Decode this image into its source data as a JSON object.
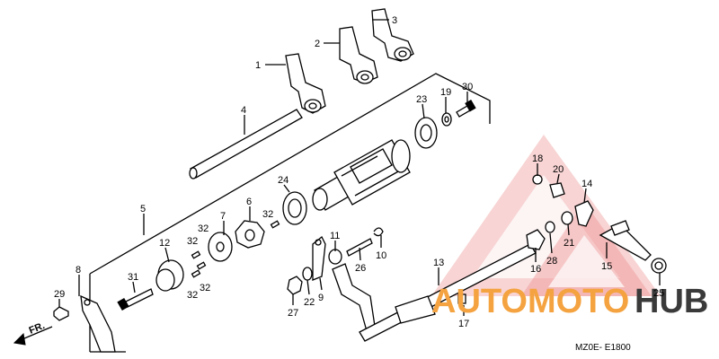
{
  "diagram_code": "MZ0E- E1800",
  "direction_label": "FR.",
  "watermark": {
    "part1": "AUTOMOTO",
    "part2": "HUB",
    "color_primary": "#e8373b",
    "color_secondary": "#f4a340",
    "color_dark": "#3a3a3a"
  },
  "callouts": [
    {
      "id": "c1",
      "text": "1"
    },
    {
      "id": "c2",
      "text": "2"
    },
    {
      "id": "c3",
      "text": "3"
    },
    {
      "id": "c4",
      "text": "4"
    },
    {
      "id": "c5",
      "text": "5"
    },
    {
      "id": "c6",
      "text": "6"
    },
    {
      "id": "c7",
      "text": "7"
    },
    {
      "id": "c8",
      "text": "8"
    },
    {
      "id": "c9",
      "text": "9"
    },
    {
      "id": "c10",
      "text": "10"
    },
    {
      "id": "c11",
      "text": "11"
    },
    {
      "id": "c12",
      "text": "12"
    },
    {
      "id": "c13",
      "text": "13"
    },
    {
      "id": "c14",
      "text": "14"
    },
    {
      "id": "c15",
      "text": "15"
    },
    {
      "id": "c16",
      "text": "16"
    },
    {
      "id": "c17",
      "text": "17"
    },
    {
      "id": "c18",
      "text": "18"
    },
    {
      "id": "c19",
      "text": "19"
    },
    {
      "id": "c20",
      "text": "20"
    },
    {
      "id": "c21",
      "text": "21"
    },
    {
      "id": "c22",
      "text": "22"
    },
    {
      "id": "c23",
      "text": "23"
    },
    {
      "id": "c24",
      "text": "24"
    },
    {
      "id": "c25",
      "text": "25"
    },
    {
      "id": "c26",
      "text": "26"
    },
    {
      "id": "c27",
      "text": "27"
    },
    {
      "id": "c28",
      "text": "28"
    },
    {
      "id": "c29",
      "text": "29"
    },
    {
      "id": "c30",
      "text": "30"
    },
    {
      "id": "c31",
      "text": "31"
    },
    {
      "id": "c32a",
      "text": "32"
    },
    {
      "id": "c32b",
      "text": "32"
    },
    {
      "id": "c32c",
      "text": "32"
    },
    {
      "id": "c32d",
      "text": "32"
    },
    {
      "id": "c32e",
      "text": "32"
    }
  ]
}
